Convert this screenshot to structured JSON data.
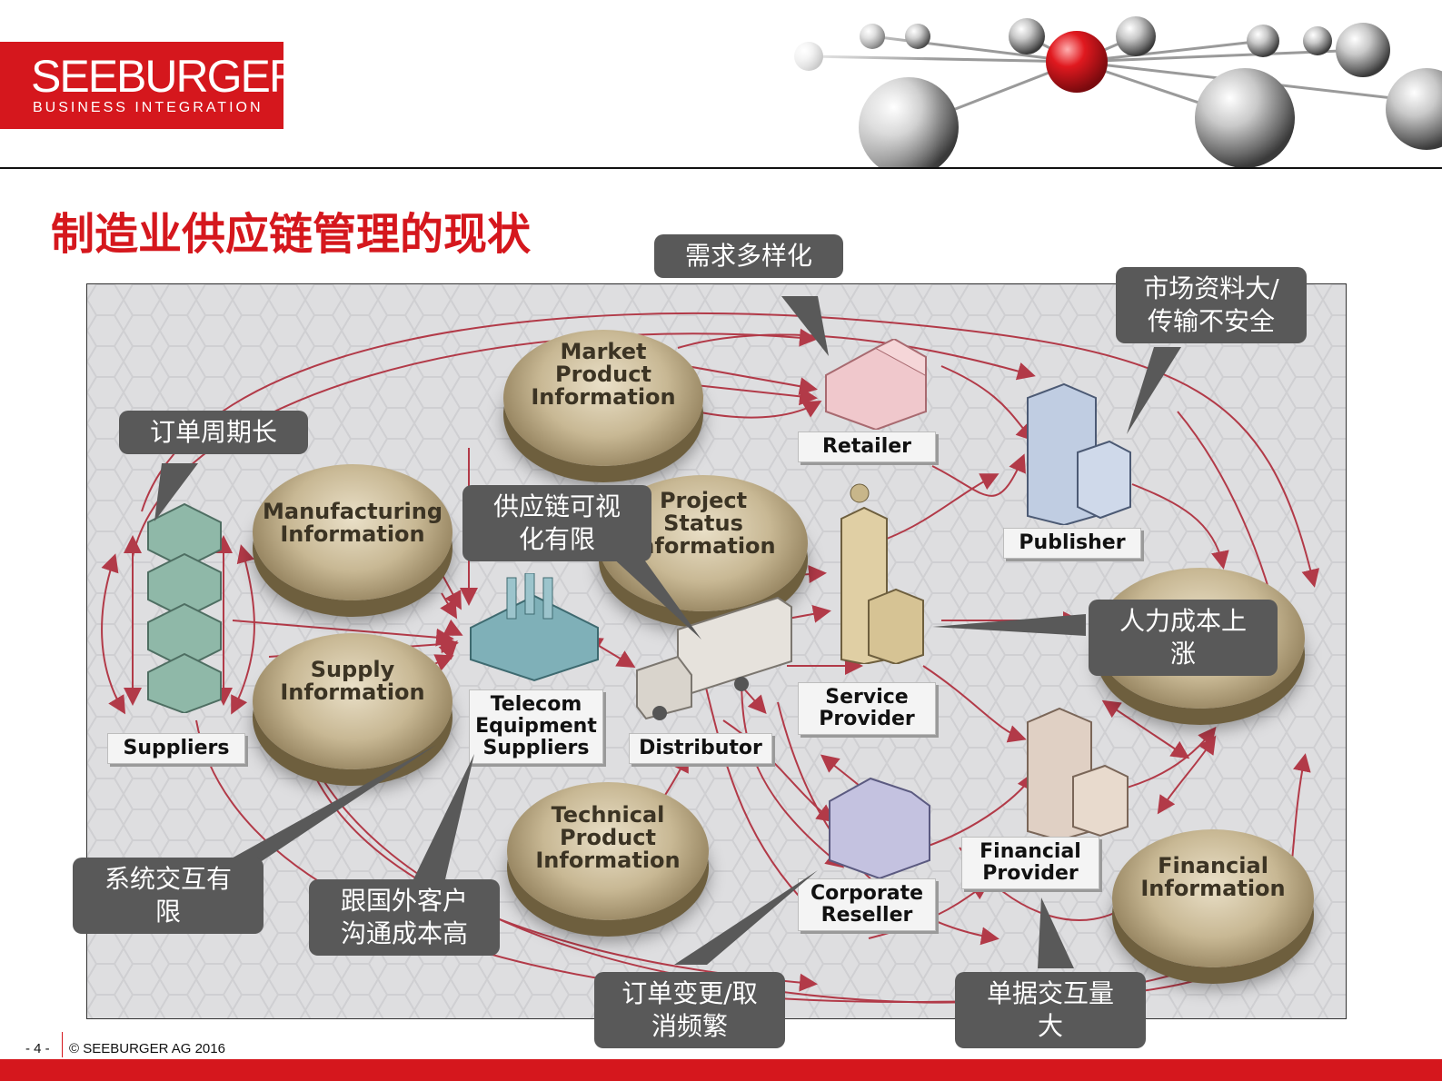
{
  "header": {
    "logo_main": "SEEBURGER",
    "logo_sub": "BUSINESS INTEGRATION"
  },
  "slide": {
    "title": "制造业供应链管理的现状"
  },
  "diagram": {
    "discs": {
      "market": "Market\nProduct\nInformation",
      "manufacturing": "Manufacturing\nInformation",
      "project": "Project\nStatus\nInformation",
      "supply": "Supply\nInformation",
      "technical": "Technical\nProduct\nInformation",
      "financial": "Financial\nInformation"
    },
    "nodes": {
      "retailer": "Retailer",
      "publisher": "Publisher",
      "suppliers": "Suppliers",
      "telecom": "Telecom\nEquipment\nSuppliers",
      "distributor": "Distributor",
      "service": "Service\nProvider",
      "corporate": "Corporate\nReseller",
      "financial_provider": "Financial\nProvider"
    },
    "callouts": {
      "demand": "需求多样化",
      "market_data": "市场资料大/\n传输不安全",
      "order_cycle": "订单周期长",
      "visibility": "供应链可视\n化有限",
      "labor": "人力成本上\n涨",
      "system": "系统交互有\n限",
      "comm": "跟国外客户\n沟通成本高",
      "order_change": "订单变更/取\n消频繁",
      "documents": "单据交互量\n大"
    }
  },
  "footer": {
    "page": "- 4 -",
    "copyright": "© SEEBURGER AG 2016"
  },
  "colors": {
    "brand_red": "#d5171d",
    "callout_bg": "#595959",
    "arrow_red": "#b23a48"
  }
}
